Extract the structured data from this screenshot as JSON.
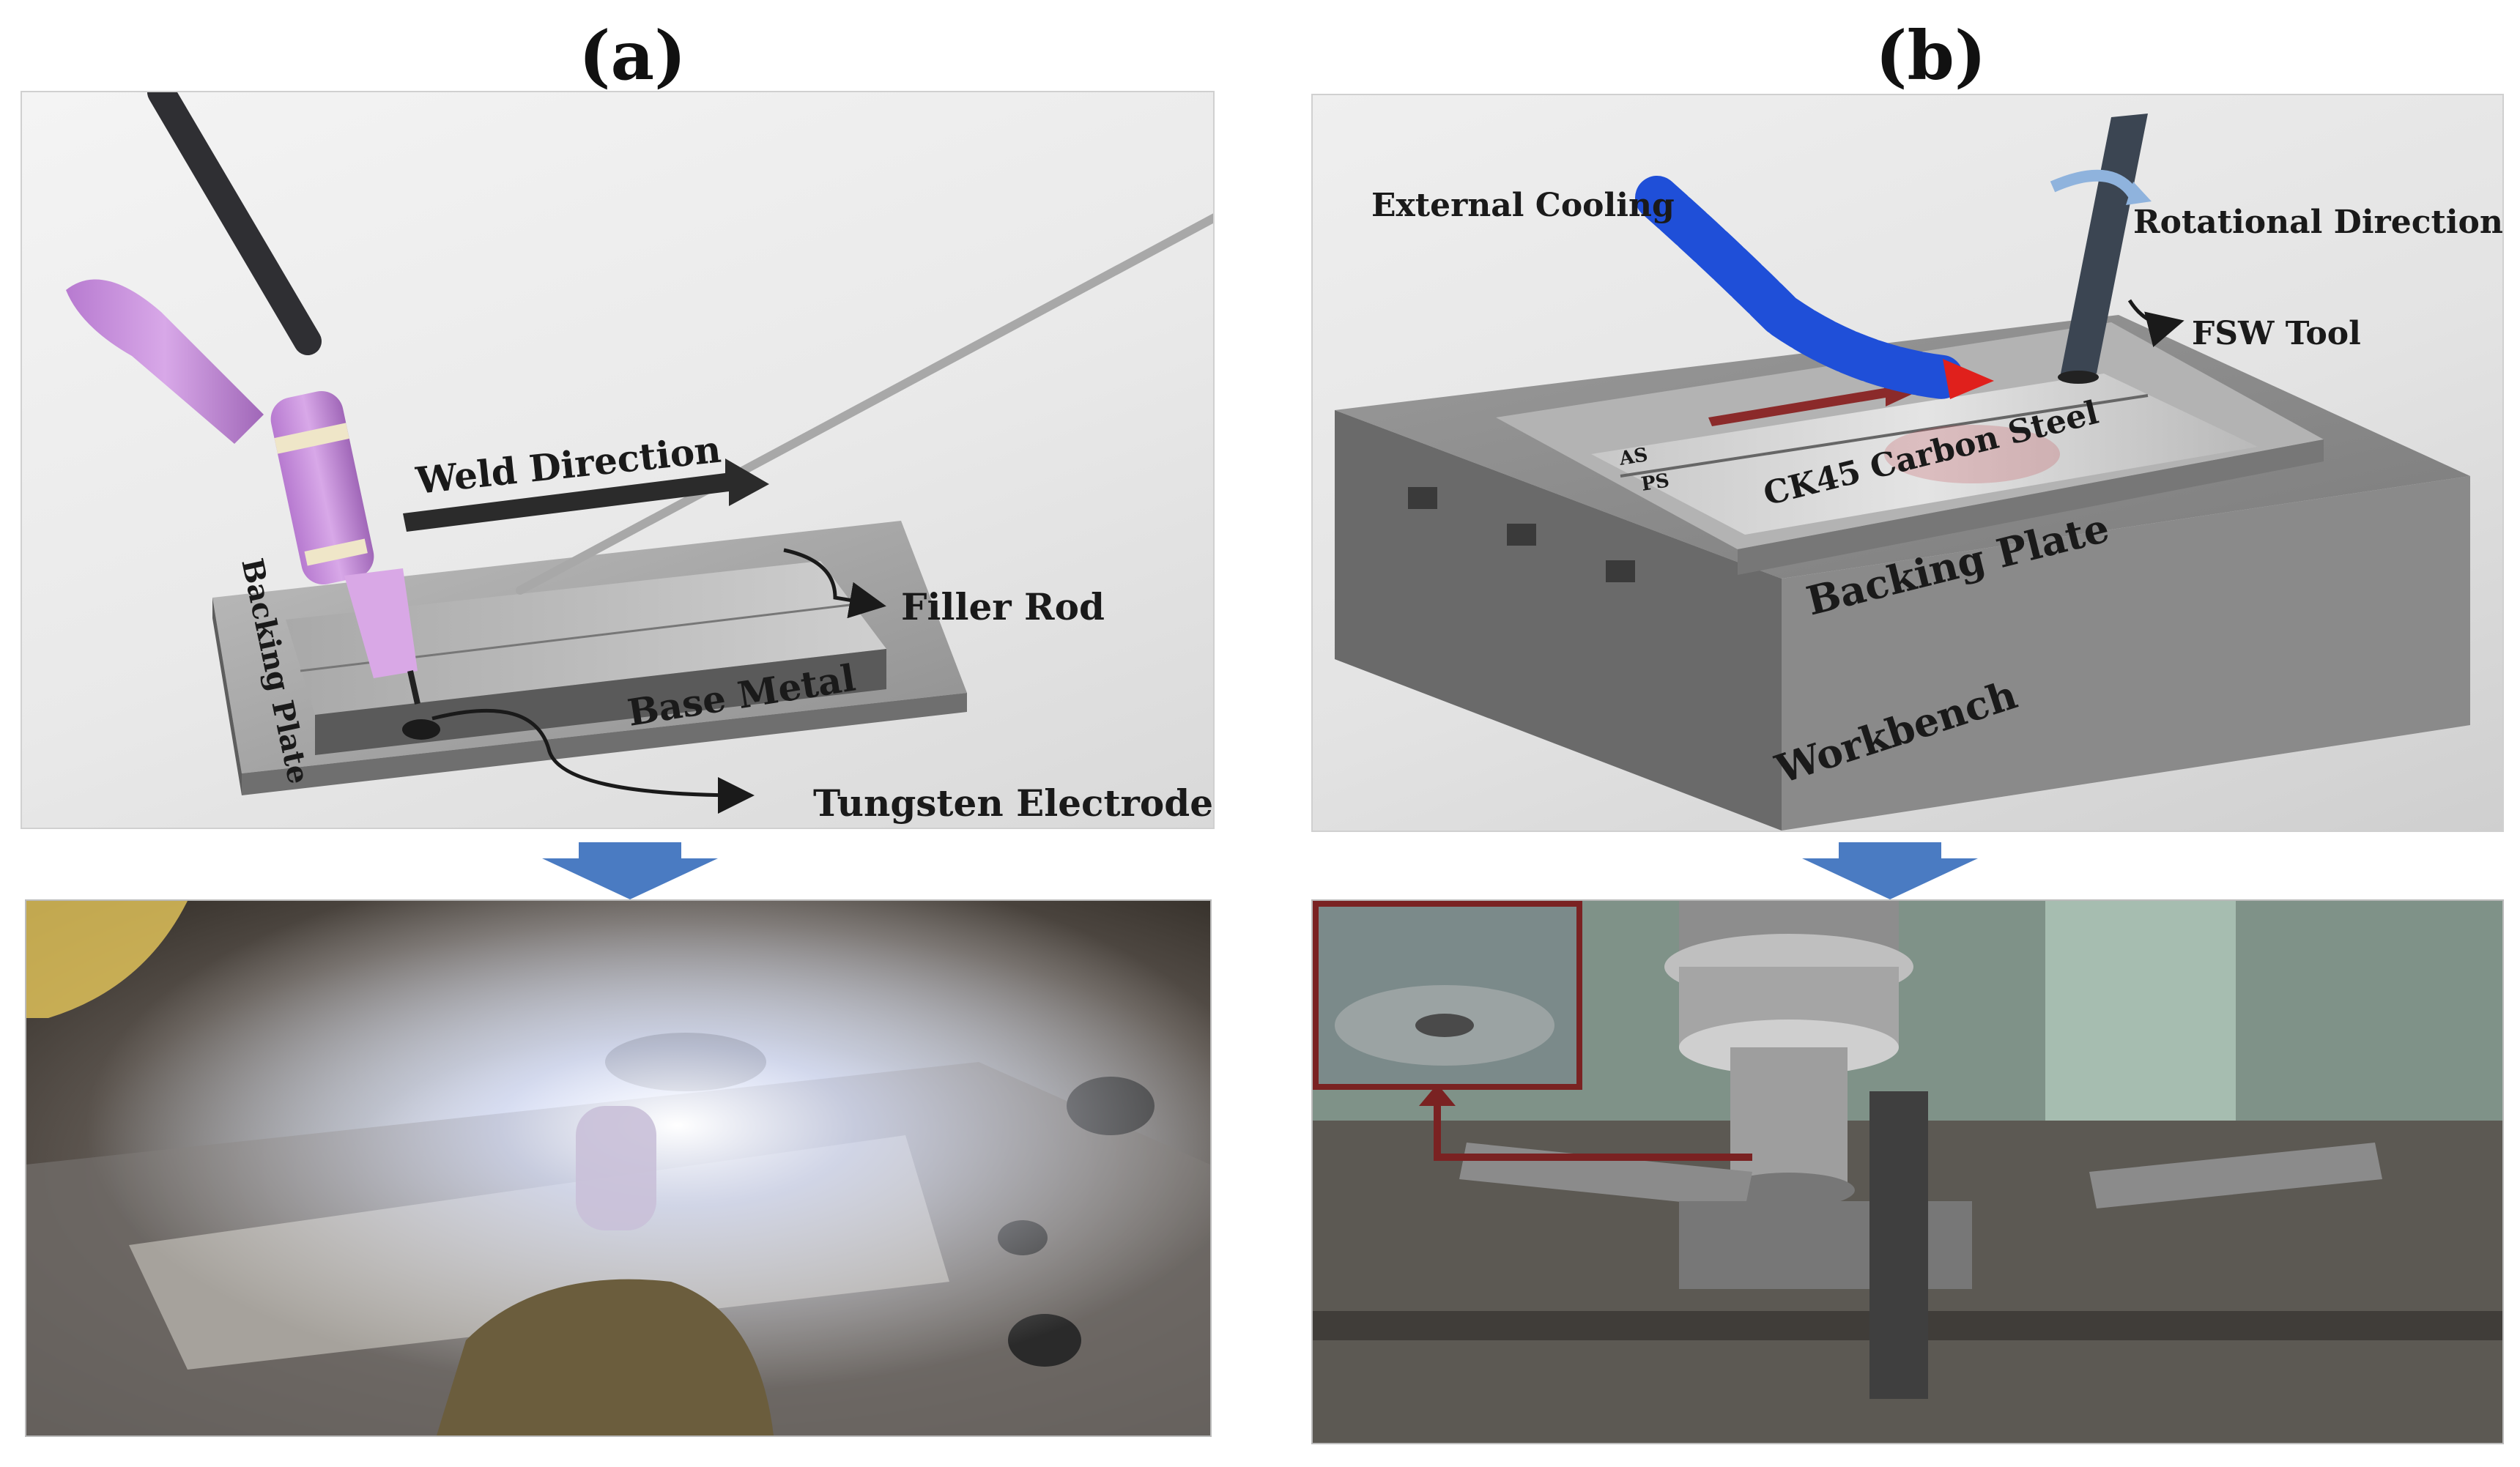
{
  "panels": {
    "a": {
      "label": "(a)",
      "annotations": {
        "weld_direction": "Weld Direction",
        "filler_rod": "Filler Rod",
        "base_metal": "Base Metal",
        "backing_plate": "Backing Plate",
        "tungsten_electrode": "Tungsten Electrode"
      }
    },
    "b": {
      "label": "(b)",
      "annotations": {
        "external_cooling": "External Cooling",
        "rotational_direction": "Rotational Direction",
        "fsw_tool": "FSW Tool",
        "as": "AS",
        "ps": "PS",
        "ck45": "CK45 Carbon Steel",
        "backing_plate": "Backing Plate",
        "workbench": "Workbench"
      }
    }
  },
  "colors": {
    "torch_purple": "#c58fd6",
    "torch_dark": "#2f2f33",
    "cooling_blue": "#1f4fd8",
    "nozzle_red": "#e0201c",
    "tool_dark": "#3b4552",
    "transition_arrow": "#4a7bc2",
    "inset_frame": "#7a2222",
    "direction_arrow": "#8b2a2a"
  }
}
